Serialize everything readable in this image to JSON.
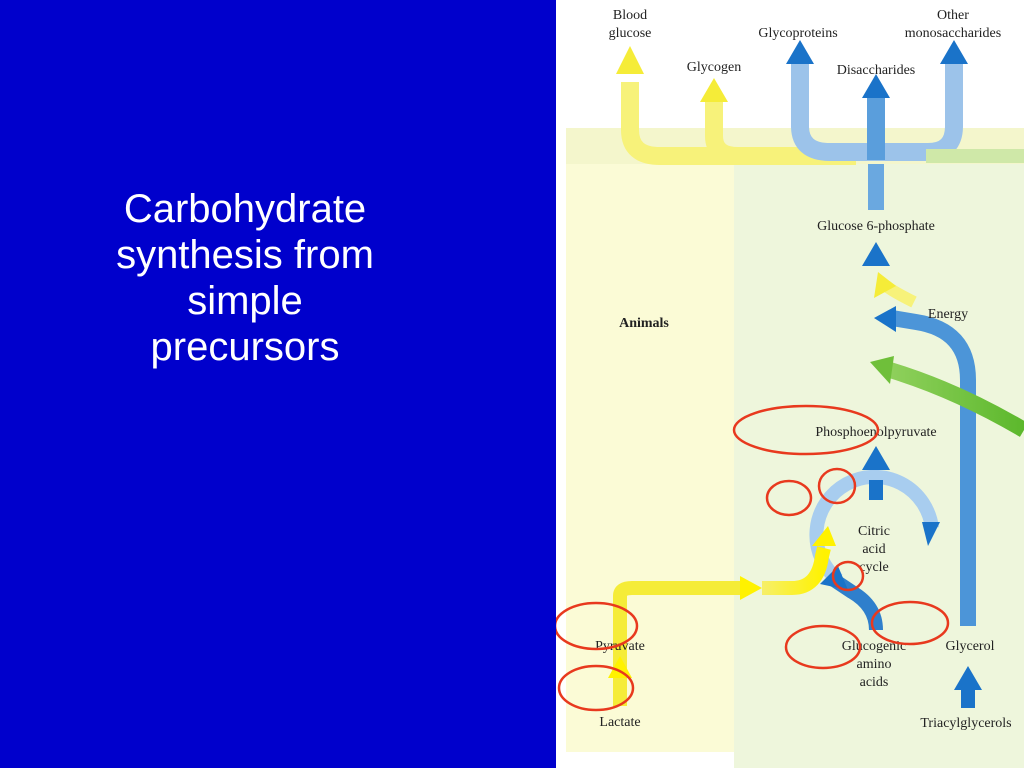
{
  "slide": {
    "title_lines": [
      "Carbohydrate",
      "synthesis from",
      "simple",
      "precursors"
    ]
  },
  "diagram": {
    "region_label": "Animals",
    "products": {
      "blood_glucose": [
        "Blood",
        "glucose"
      ],
      "glycogen": "Glycogen",
      "glycoproteins": "Glycoproteins",
      "disaccharides": "Disaccharides",
      "other_monosaccharides": [
        "Other",
        "monosaccharides"
      ]
    },
    "glucose_6_phosphate": "Glucose 6-phosphate",
    "energy": "Energy",
    "phosphoenolpyruvate": "Phosphoenolpyruvate",
    "citric_acid_cycle": [
      "Citric",
      "acid",
      "cycle"
    ],
    "pyruvate": "Pyruvate",
    "lactate": "Lactate",
    "glucogenic_amino_acids": [
      "Glucogenic",
      "amino",
      "acids"
    ],
    "glycerol": "Glycerol",
    "triacylglycerols": "Triacylglycerols"
  },
  "colors": {
    "slide_background": "#0000cc",
    "title_text": "#ffffff",
    "animals_panel": "#fbfbd6",
    "inner_panel": "#eef6dc",
    "yellow_arrow": "#ffee33",
    "blue_arrow": "#1a73c9",
    "green_arrow": "#6fbf3a",
    "highlight_circle": "#e8391e"
  }
}
